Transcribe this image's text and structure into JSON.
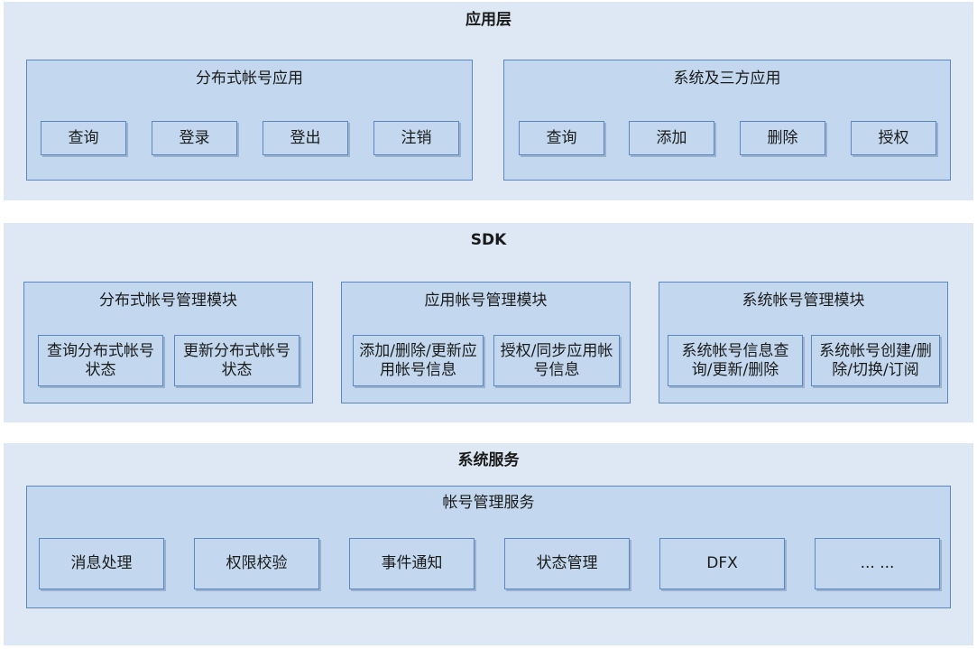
{
  "app_layer": {
    "title": "应用层",
    "distributed_app": {
      "title": "分布式帐号应用",
      "items": [
        "查询",
        "登录",
        "登出",
        "注销"
      ]
    },
    "system_app": {
      "title": "系统及三方应用",
      "items": [
        "查询",
        "添加",
        "删除",
        "授权"
      ]
    }
  },
  "sdk_layer": {
    "title": "SDK",
    "distributed_module": {
      "title": "分布式帐号管理模块",
      "items": [
        "查询分布式帐号状态",
        "更新分布式帐号状态"
      ]
    },
    "app_account_module": {
      "title": "应用帐号管理模块",
      "items": [
        "添加/删除/更新应用帐号信息",
        "授权/同步应用帐号信息"
      ]
    },
    "system_account_module": {
      "title": "系统帐号管理模块",
      "items": [
        "系统帐号信息查询/更新/删除",
        "系统帐号创建/删除/切换/订阅"
      ]
    }
  },
  "service_layer": {
    "title": "系统服务",
    "account_service": {
      "title": "帐号管理服务",
      "items": [
        "消息处理",
        "权限校验",
        "事件通知",
        "状态管理",
        "DFX",
        "... ..."
      ]
    }
  }
}
